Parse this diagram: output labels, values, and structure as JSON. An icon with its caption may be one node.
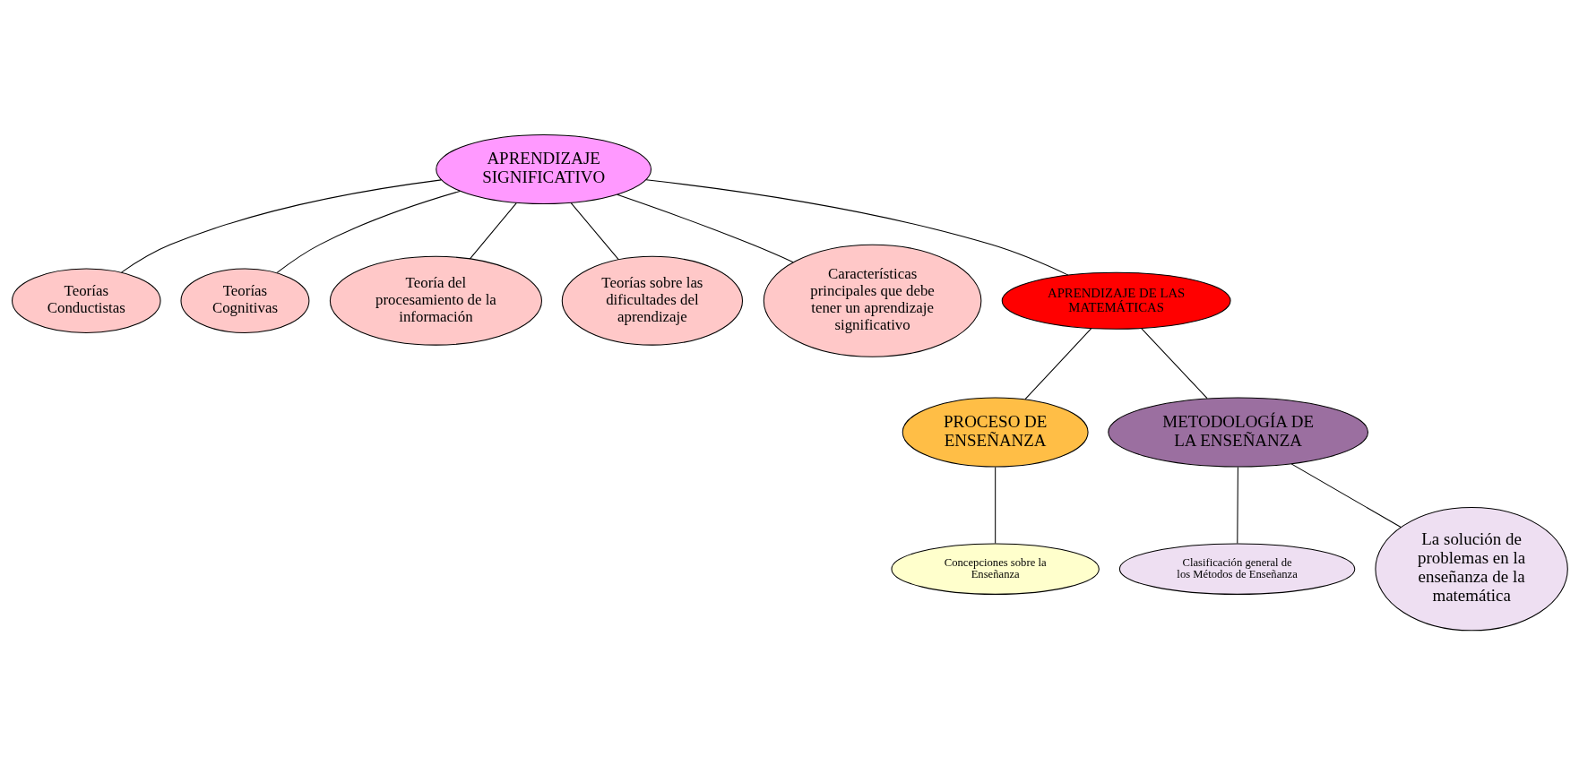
{
  "diagram": {
    "nodes": [
      {
        "text": [
          "Teorías Conductistas"
        ]
      },
      {
        "text": [
          "Teorías Cognitivas"
        ]
      },
      {
        "text": [
          "Teoría del procesamiento de la información"
        ]
      },
      {
        "text": [
          "Teorías sobre las dificultades del aprendizaje"
        ]
      },
      {
        "text": [
          "APRENDIZAJE SIGNIFICATIVO"
        ]
      },
      {
        "text": [
          "Características principales que debe tener un aprendizaje significativo"
        ]
      },
      {
        "text": [
          "Clasificación general de los Métodos de Enseñanza"
        ]
      },
      {
        "text": [
          "APRENDIZAJE DE LAS MATEMÁTICAS"
        ]
      },
      {
        "text": [
          "PROCESO DE ENSEÑANZA"
        ]
      },
      {
        "text": [
          "La solución de problemas en la enseñanza de la matemática"
        ]
      },
      {
        "text": [
          "METODOLOGÍA DE LA ENSEÑANZA"
        ]
      },
      {
        "text": [
          "Concepciones sobre la Enseñanza"
        ]
      }
    ],
    "edges": [
      {
        "from": 4,
        "to": 0,
        "arrow": "none"
      },
      {
        "from": 4,
        "to": 1,
        "arrow": "none"
      },
      {
        "from": 4,
        "to": 2,
        "arrow": "none"
      },
      {
        "from": 4,
        "to": 3,
        "arrow": "none"
      },
      {
        "from": 4,
        "to": 5,
        "arrow": "none"
      },
      {
        "from": 4,
        "to": 7,
        "arrow": "none"
      },
      {
        "from": 7,
        "to": 10,
        "arrow": "none"
      },
      {
        "from": 7,
        "to": 8,
        "arrow": "none"
      },
      {
        "from": 10,
        "to": 6,
        "arrow": "none"
      },
      {
        "from": 10,
        "to": 9,
        "arrow": "none"
      },
      {
        "from": 8,
        "to": 11,
        "arrow": "none"
      }
    ]
  }
}
